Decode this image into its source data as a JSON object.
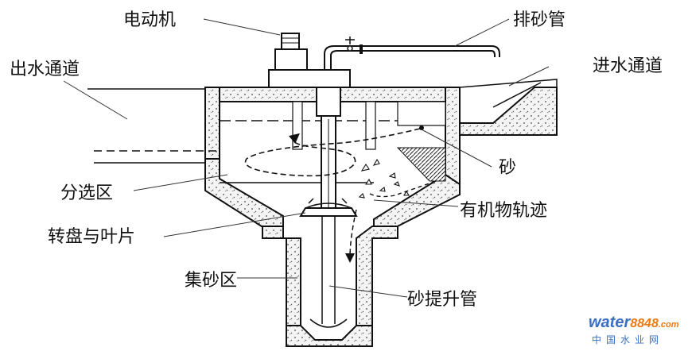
{
  "labels": {
    "motor": "电动机",
    "sand_discharge_pipe": "排砂管",
    "outlet_channel": "出水通道",
    "inlet_channel": "进水通道",
    "sorting_zone": "分选区",
    "sand": "砂",
    "organic_trajectory": "有机物轨迹",
    "turntable_blades": "转盘与叶片",
    "sand_collection_zone": "集砂区",
    "sand_lift_pipe": "砂提升管"
  },
  "watermark": {
    "brand_water": "water",
    "brand_number": "8848",
    "brand_tld": ".com",
    "brand_cn": "中国水业网",
    "color_orange": "#f07a10",
    "color_blue": "#3a6fc4"
  }
}
